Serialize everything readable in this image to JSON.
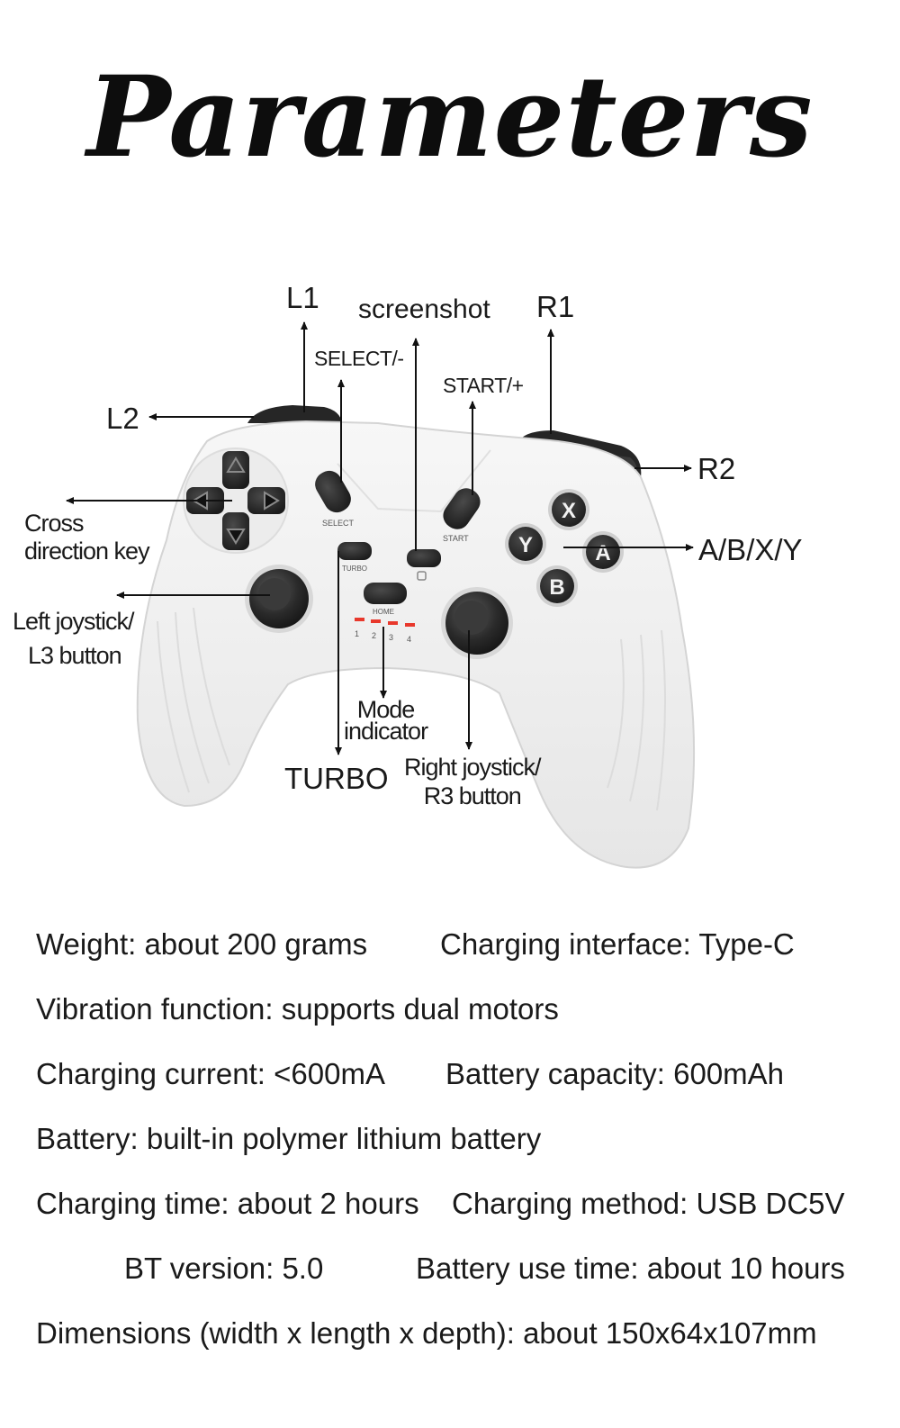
{
  "title": "Parameters",
  "labels": {
    "l1": "L1",
    "l2": "L2",
    "r1": "R1",
    "r2": "R2",
    "screenshot": "screenshot",
    "select": "SELECT/-",
    "start": "START/+",
    "cross_line1": "Cross",
    "cross_line2": "direction key",
    "abxy": "A/B/X/Y",
    "left_stick_line1": "Left joystick/",
    "left_stick_line2": "L3 button",
    "mode_line1": "Mode",
    "mode_line2": "indicator",
    "turbo": "TURBO",
    "right_stick_line1": "Right joystick/",
    "right_stick_line2": "R3 button"
  },
  "controller_print": {
    "select": "SELECT",
    "start": "START",
    "turbo": "TURBO",
    "home": "HOME",
    "leds": [
      "1",
      "2",
      "3",
      "4"
    ],
    "face_buttons": [
      "X",
      "Y",
      "A",
      "B"
    ]
  },
  "specs": {
    "weight": "Weight: about 200 grams",
    "charging_interface": "Charging interface: Type-C",
    "vibration": "Vibration function: supports dual motors",
    "charging_current": "Charging current: <600mA",
    "battery_capacity": "Battery capacity: 600mAh",
    "battery": "Battery: built-in polymer lithium battery",
    "charging_time": "Charging time: about 2 hours",
    "charging_method": "Charging method: USB DC5V",
    "bt_version": "BT  version: 5.0",
    "battery_use_time": "Battery use time: about 10 hours",
    "dimensions": "Dimensions (width x length x depth): about 150x64x107mm"
  },
  "colors": {
    "controller_body": "#f2f2f2",
    "button_dark": "#2b2b2b",
    "led_red": "#e8382c",
    "text": "#1a1a1a"
  }
}
